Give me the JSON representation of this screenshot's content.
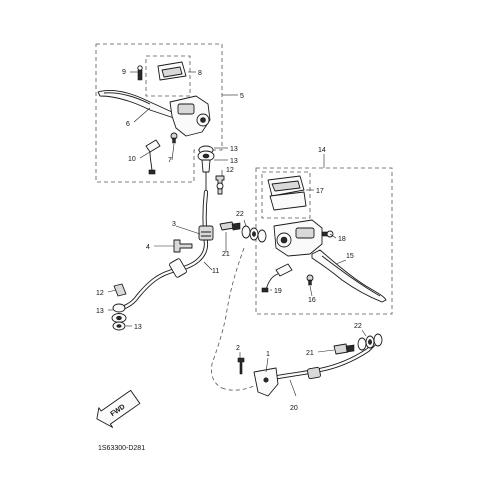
{
  "diagram": {
    "code": "1S63300-D281",
    "fwd_label": "FWD",
    "callouts": {
      "c1": "1",
      "c2": "2",
      "c3": "3",
      "c4": "4",
      "c5": "5",
      "c6": "6",
      "c7": "7",
      "c8": "8",
      "c9": "9",
      "c10": "10",
      "c11": "11",
      "c12a": "12",
      "c12b": "12",
      "c13a": "13",
      "c13b": "13",
      "c13c": "13",
      "c13d": "13",
      "c14": "14",
      "c15": "15",
      "c16": "16",
      "c17": "17",
      "c18": "18",
      "c19": "19",
      "c20": "20",
      "c21a": "21",
      "c21b": "21",
      "c22a": "22",
      "c22b": "22"
    }
  }
}
